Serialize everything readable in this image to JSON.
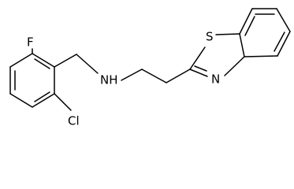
{
  "molecule": {
    "atoms": {
      "fluorine": "F",
      "chlorine": "Cl",
      "nitrogen_amine": "NH",
      "sulfur": "S",
      "nitrogen_ring": "N"
    }
  }
}
